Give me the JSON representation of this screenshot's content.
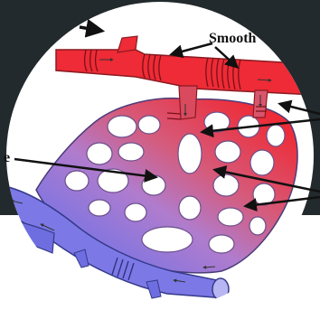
{
  "colors": {
    "frame_dark": "#232a2d",
    "arteriole": "#ee2b36",
    "capillary_mid": "#b97fd0",
    "venule": "#7c79e6",
    "line": "#111111",
    "page_bg": "#ffffff"
  },
  "labels": {
    "smooth_muscle": "Smooth",
    "left_partial": "e"
  },
  "icons": {
    "flow_arrows": "arrow-icon",
    "label_pointers": "pointer-line"
  }
}
